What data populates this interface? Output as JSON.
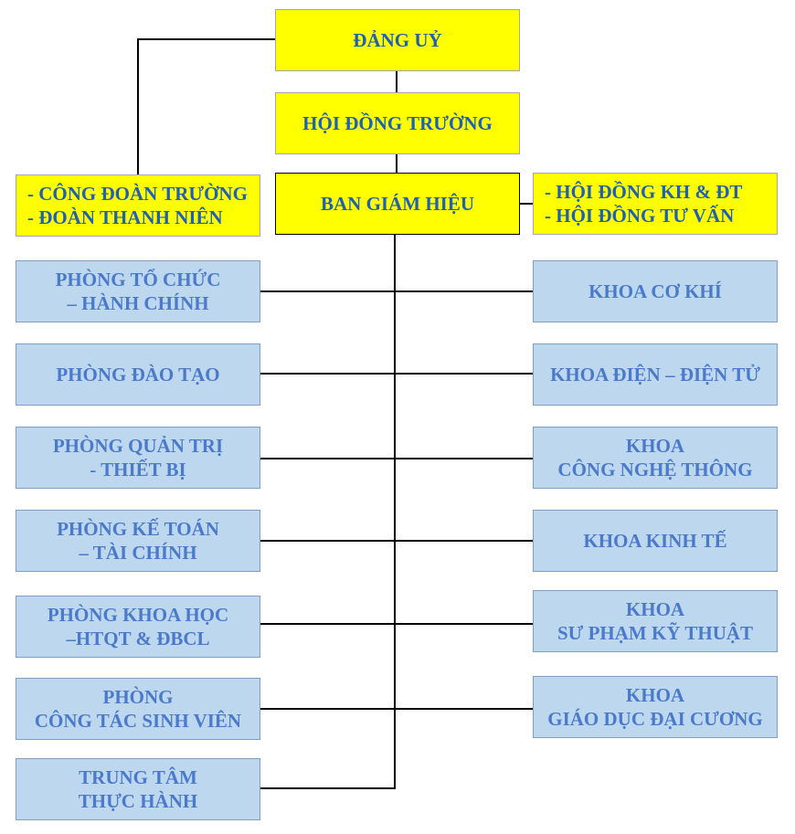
{
  "top": {
    "dang_uy": "ĐẢNG UỶ",
    "hoi_dong_truong": "HỘI ĐỒNG TRƯỜNG",
    "ban_giam_hieu": "BAN GIÁM HIỆU"
  },
  "left_unions": [
    "- CÔNG ĐOÀN TRƯỜNG",
    "- ĐOÀN THANH NIÊN"
  ],
  "right_councils": [
    "- HỘI ĐỒNG KH & ĐT",
    "- HỘI ĐỒNG TƯ VẤN"
  ],
  "departments": [
    {
      "lines": [
        "PHÒNG TỔ CHỨC",
        "– HÀNH CHÍNH"
      ]
    },
    {
      "lines": [
        "PHÒNG ĐÀO TẠO"
      ]
    },
    {
      "lines": [
        "PHÒNG QUẢN TRỊ",
        "- THIẾT BỊ"
      ]
    },
    {
      "lines": [
        "PHÒNG KẾ TOÁN",
        "– TÀI CHÍNH"
      ]
    },
    {
      "lines": [
        "PHÒNG KHOA HỌC",
        "–HTQT & ĐBCL"
      ]
    },
    {
      "lines": [
        "PHÒNG",
        "CÔNG TÁC SINH VIÊN"
      ]
    },
    {
      "lines": [
        "TRUNG TÂM",
        "THỰC HÀNH"
      ]
    }
  ],
  "faculties": [
    {
      "lines": [
        "KHOA CƠ KHÍ"
      ]
    },
    {
      "lines": [
        "KHOA ĐIỆN – ĐIỆN TỬ"
      ]
    },
    {
      "lines": [
        "KHOA",
        "CÔNG NGHỆ THÔNG"
      ]
    },
    {
      "lines": [
        "KHOA KINH TẾ"
      ]
    },
    {
      "lines": [
        "KHOA",
        "SƯ PHẠM KỸ THUẬT"
      ]
    },
    {
      "lines": [
        "KHOA",
        "GIÁO DỤC ĐẠI CƯƠNG"
      ]
    }
  ]
}
